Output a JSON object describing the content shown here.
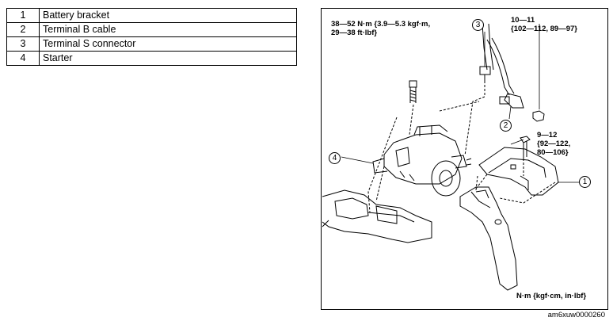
{
  "parts_table": {
    "rows": [
      {
        "number": "1",
        "name": "Battery bracket"
      },
      {
        "number": "2",
        "name": "Terminal B cable"
      },
      {
        "number": "3",
        "name": "Terminal S connector"
      },
      {
        "number": "4",
        "name": "Starter"
      }
    ]
  },
  "diagram": {
    "torque_starter_bolt": {
      "line1": "38—52 N·m {3.9—5.3 kgf·m,",
      "line2": "29—38 ft·lbf}"
    },
    "torque_terminal_nut": {
      "line1": "10—11",
      "line2": "{102—112, 89—97}"
    },
    "torque_bracket_bolt": {
      "line1": "9—12",
      "line2": "{92—122,",
      "line3": "80—106}"
    },
    "unit_note": "N·m {kgf·cm, in·lbf}",
    "callouts": [
      "1",
      "2",
      "3",
      "4"
    ],
    "figure_code": "am6xuw0000260"
  }
}
